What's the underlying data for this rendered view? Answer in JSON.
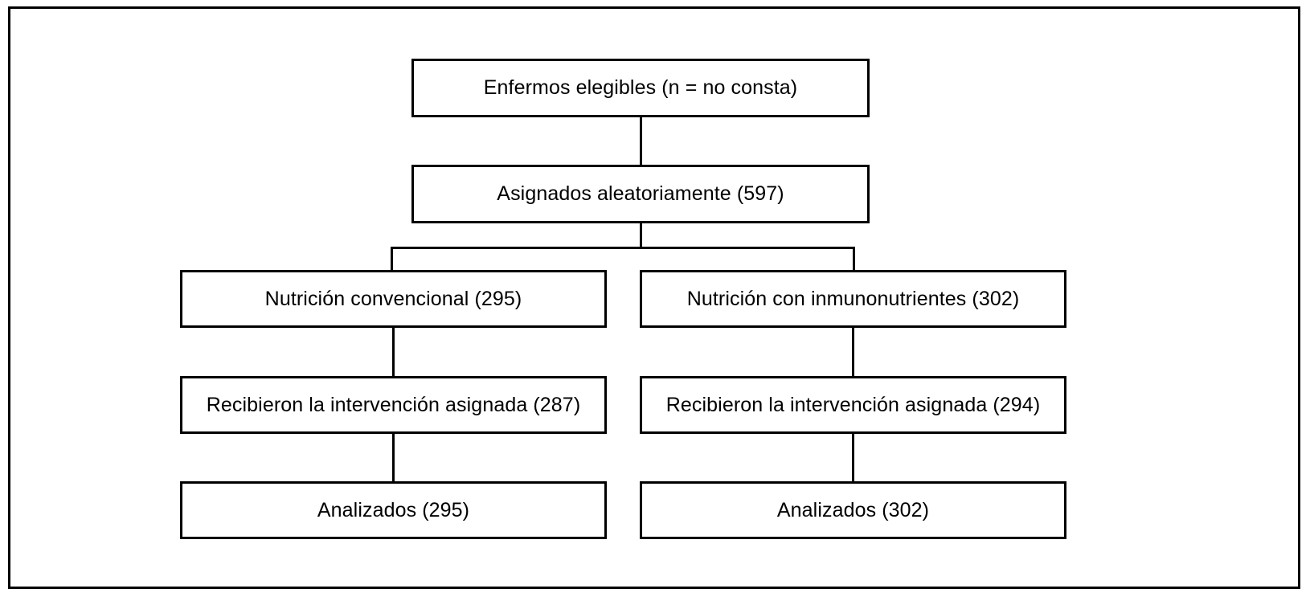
{
  "figure": {
    "type": "consort-flow-diagram",
    "language": "es",
    "border_color": "#000000",
    "background_color": "#ffffff",
    "text_color": "#000000"
  },
  "nodes": {
    "eligible": {
      "label": "Enfermos elegibles (n = no consta)",
      "count": "no consta"
    },
    "randomized": {
      "label": "Asignados aleatoriamente (597)",
      "count": "597"
    },
    "conventional": {
      "label": "Nutrición convencional (295)",
      "count": "295"
    },
    "immunonutrients": {
      "label": "Nutrición con inmunonutrientes (302)",
      "count": "302"
    },
    "received_left": {
      "label": "Recibieron la intervención asignada (287)",
      "count": "287"
    },
    "received_right": {
      "label": "Recibieron la intervención asignada (294)",
      "count": "294"
    },
    "analyzed_left": {
      "label": "Analizados (295)",
      "count": "295"
    },
    "analyzed_right": {
      "label": "Analizados (302)",
      "count": "302"
    }
  },
  "chart_data": {
    "type": "table",
    "title": "",
    "categories": [
      "Enfermos elegibles",
      "Asignados aleatoriamente",
      "Nutrición convencional",
      "Nutrición con inmunonutrientes",
      "Recibieron la intervención asignada (convencional)",
      "Recibieron la intervención asignada (inmunonutrientes)",
      "Analizados (convencional)",
      "Analizados (inmunonutrientes)"
    ],
    "values": [
      null,
      597,
      295,
      302,
      287,
      294,
      295,
      302
    ],
    "xlabel": "",
    "ylabel": "",
    "notes": "Enfermos elegibles: n = no consta"
  }
}
